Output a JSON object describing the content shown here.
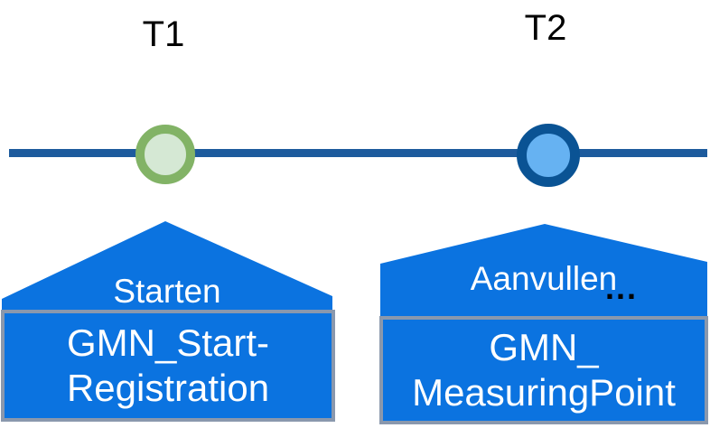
{
  "colors": {
    "background": "#ffffff",
    "shape_blue": "#0b73e0",
    "timeline_blue": "#1d5b9d",
    "marker_green_border": "#82b366",
    "marker_green_fill": "#d5e8d4",
    "marker_blue_border": "#0a5394",
    "marker_blue_fill": "#66b2f2",
    "box_border_gray": "#8a98ad",
    "text_white": "#ffffff",
    "text_black": "#000000"
  },
  "timeline": {
    "milestones": [
      {
        "label": "T1",
        "marker_color": "green",
        "action": "Starten",
        "box_lines": [
          "GMN_Start-",
          "Registration"
        ]
      },
      {
        "label": "T2",
        "marker_color": "blue",
        "action": "Aanvullen",
        "ellipsis": "...",
        "box_lines": [
          "GMN_",
          "MeasuringPoint"
        ]
      }
    ]
  }
}
